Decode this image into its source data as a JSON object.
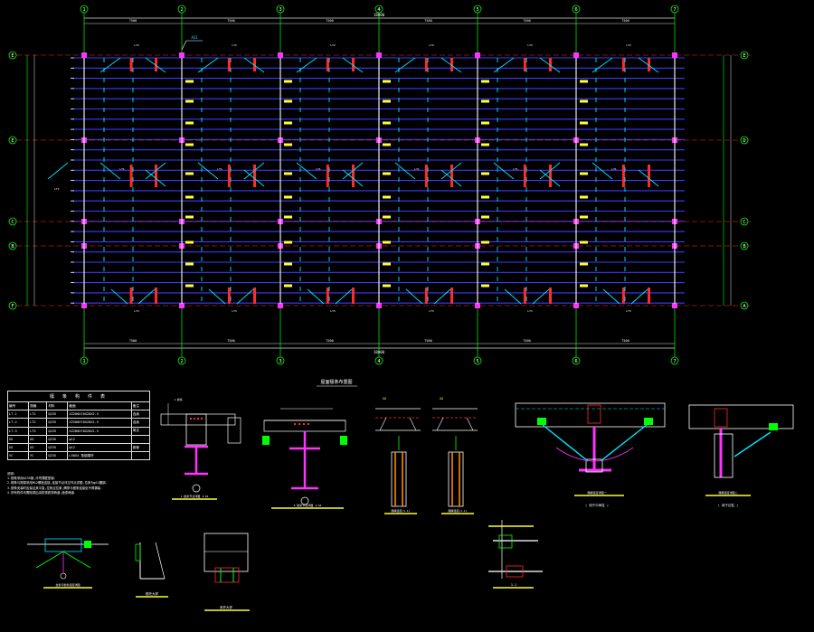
{
  "plan": {
    "axis_cols": [
      "1",
      "2",
      "3",
      "4",
      "5",
      "6",
      "7"
    ],
    "axis_rows": [
      "E",
      "D",
      "C",
      "B",
      "A"
    ],
    "axis_rows_left": [
      "E",
      "E",
      "C",
      "B",
      "F"
    ],
    "total_label": "18000",
    "bay_labels": [
      "7500",
      "7500",
      "7500",
      "7500",
      "7500",
      "7500"
    ],
    "title": "屋面檩条布置图",
    "callout": "XG1"
  },
  "colors": {
    "axis": "#00ff00",
    "purlin": "#3a3aff",
    "frame": "#ff2a2a",
    "brace": "#00e5ff",
    "tie": "#ffff33",
    "column": "#ff33ff",
    "text": "#ffffff",
    "grid_bubble": "#00ff00"
  },
  "table": {
    "caption": "檩 条 构 件 表",
    "rows": [
      [
        "编号",
        "规格",
        "材料",
        "截面",
        "备注"
      ],
      [
        "LT-1",
        "LT1",
        "Q235",
        "XZ200X70X20X2.5",
        "连续"
      ],
      [
        "LT-2",
        "LT2",
        "Q235",
        "XZ200X70X20X2.5",
        "连续"
      ],
      [
        "LT-3",
        "LT3",
        "Q235",
        "XZ200X70X20X2.5",
        "简支"
      ],
      [
        "XG",
        "XG",
        "Q235",
        "φ12",
        ""
      ],
      [
        "XG",
        "XG",
        "Q235",
        "φ12",
        "套管"
      ],
      [
        "YC",
        "YC",
        "Q235",
        "L50X4 角钢撑杆",
        ""
      ]
    ]
  },
  "notes": {
    "head": "说明:",
    "lines": [
      "1.檩条采用Q235钢,冷弯薄壁型钢.",
      "2.檩条与刚架采用M12螺栓连接,连接节点详见节点详图,拉条为φ12圆钢.",
      "3.檩条安装时应保证其平直,拉条应拉紧,隅撑与檩条连接处不得漏装.",
      "4.所有构件均需除锈后涂防锈底漆两道,面漆两道."
    ]
  },
  "details": {
    "d1": "1 檩条节点详图 1:10",
    "d2": "2 檩条节点详图 1:10",
    "d3": "隅撑连接(1-1)",
    "d4": "隅撑连接(1-1)",
    "d5": "隅撑连接详图一",
    "d5b": "( 用于中间柱 )",
    "d6": "隅撑连接详图二",
    "d6b": "( 用于边柱 )",
    "d7": "拉条与檩条连接详图",
    "d8": "檩托大样",
    "d9": "系杆大样",
    "d10": "1-1"
  }
}
